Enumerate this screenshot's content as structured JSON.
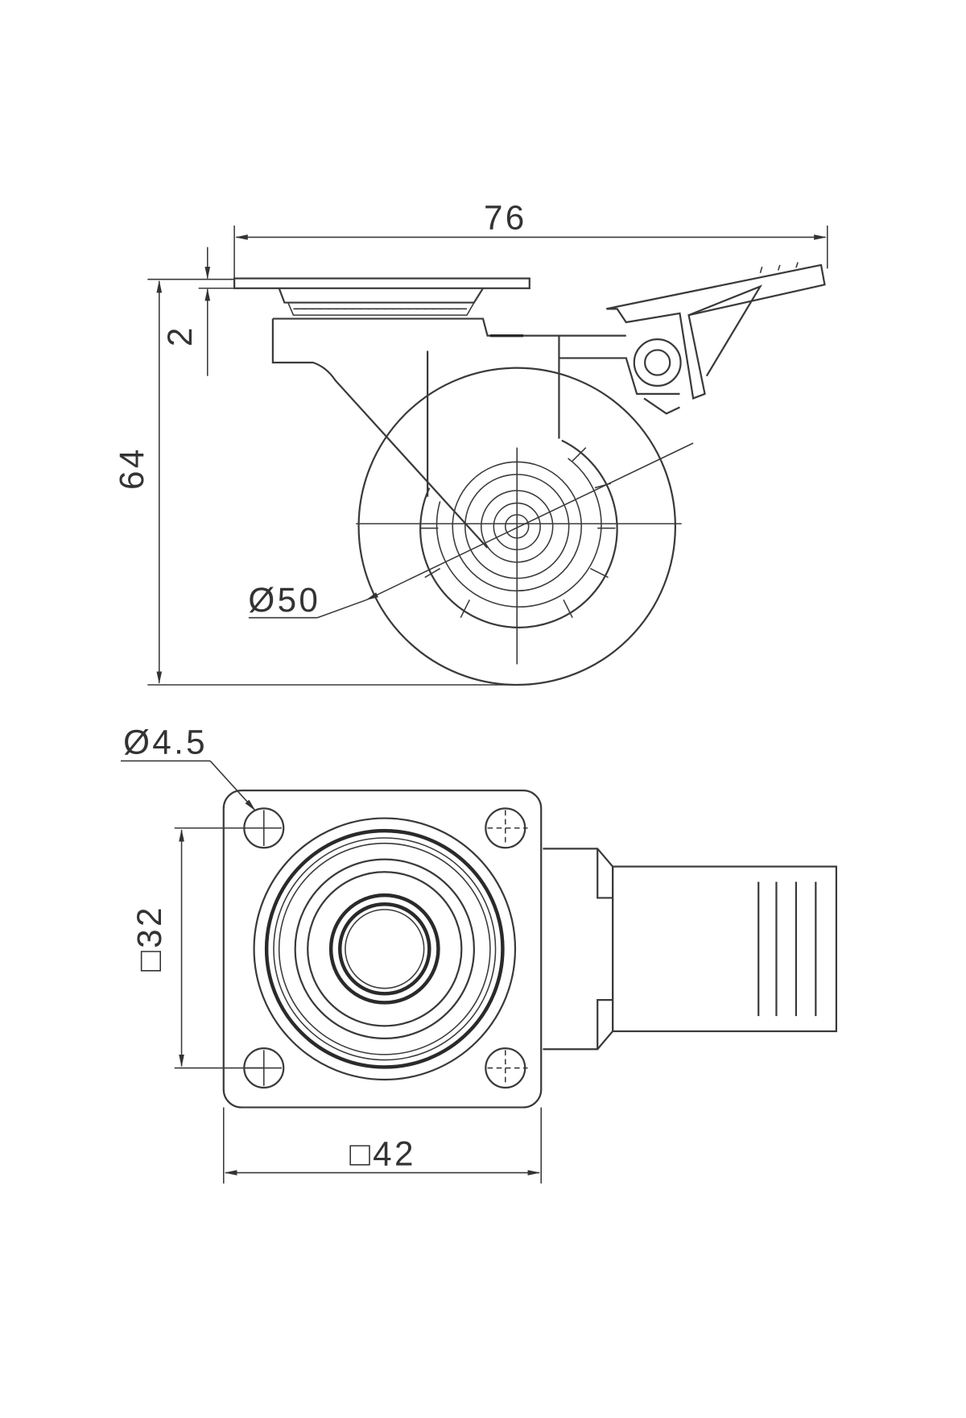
{
  "drawing": {
    "side_view": {
      "overall_length_label": "76",
      "overall_height_label": "64",
      "plate_thickness_label": "2",
      "wheel_diameter_label": "Ø50"
    },
    "top_view": {
      "hole_diameter_label": "Ø4.5",
      "hole_spacing_label": "□32",
      "plate_size_label": "□42"
    },
    "line_color": "#3a3a3a"
  }
}
